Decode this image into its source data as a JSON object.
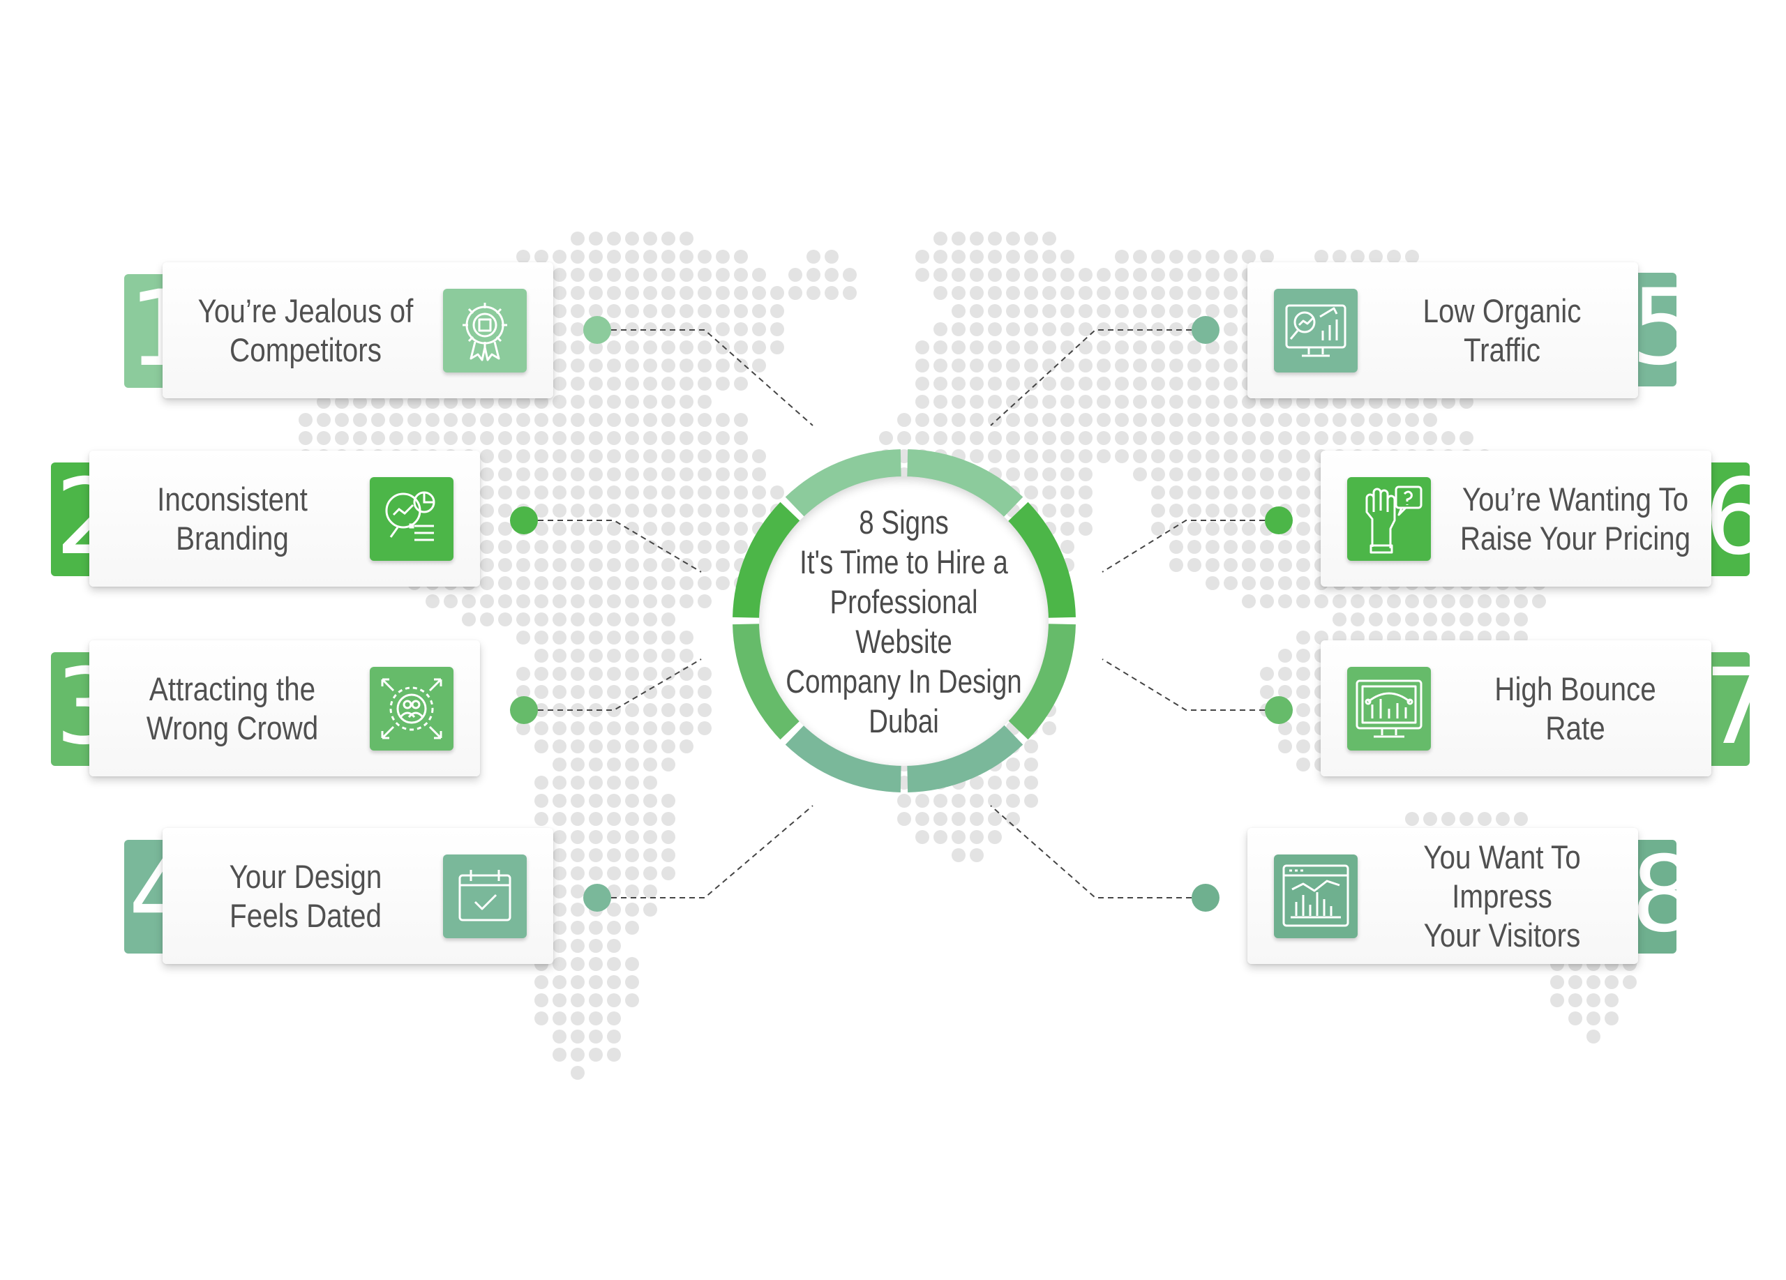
{
  "title": {
    "lines": [
      "8 Signs",
      "It's Time to Hire a",
      "Professional Website",
      "Company In Design",
      "Dubai"
    ]
  },
  "colors": {
    "green_light": "#8ccb9c",
    "green_bright": "#4cb648",
    "green_mid": "#66bb6a",
    "green_sage": "#7ab89a",
    "green_teal": "#6fb08f",
    "dot_grey": "#e3e3e3",
    "text": "#505050",
    "connector": "#444444"
  },
  "signs": [
    {
      "number": "1",
      "lines": [
        "You’re Jealous of",
        "Competitors"
      ],
      "icon": "gear-badge-icon",
      "side": "left",
      "color": "#8ccb9c"
    },
    {
      "number": "2",
      "lines": [
        "Inconsistent",
        "Branding"
      ],
      "icon": "magnifier-chart-icon",
      "side": "left",
      "color": "#4cb648"
    },
    {
      "number": "3",
      "lines": [
        "Attracting the",
        "Wrong Crowd"
      ],
      "icon": "target-audience-icon",
      "side": "left",
      "color": "#66bb6a"
    },
    {
      "number": "4",
      "lines": [
        "Your Design",
        "Feels Dated"
      ],
      "icon": "calendar-check-icon",
      "side": "left",
      "color": "#7ab89a"
    },
    {
      "number": "5",
      "lines": [
        "Low Organic",
        "Traffic"
      ],
      "icon": "monitor-analytics-icon",
      "side": "right",
      "color": "#7ab89a"
    },
    {
      "number": "6",
      "lines": [
        "You’re Wanting To",
        "Raise Your Pricing"
      ],
      "icon": "hand-question-icon",
      "side": "right",
      "color": "#4cb648"
    },
    {
      "number": "7",
      "lines": [
        "High Bounce",
        "Rate"
      ],
      "icon": "monitor-bar-chart-icon",
      "side": "right",
      "color": "#66bb6a"
    },
    {
      "number": "8",
      "lines": [
        "You Want To Impress",
        "Your Visitors"
      ],
      "icon": "browser-chart-icon",
      "side": "right",
      "color": "#6fb08f"
    }
  ]
}
